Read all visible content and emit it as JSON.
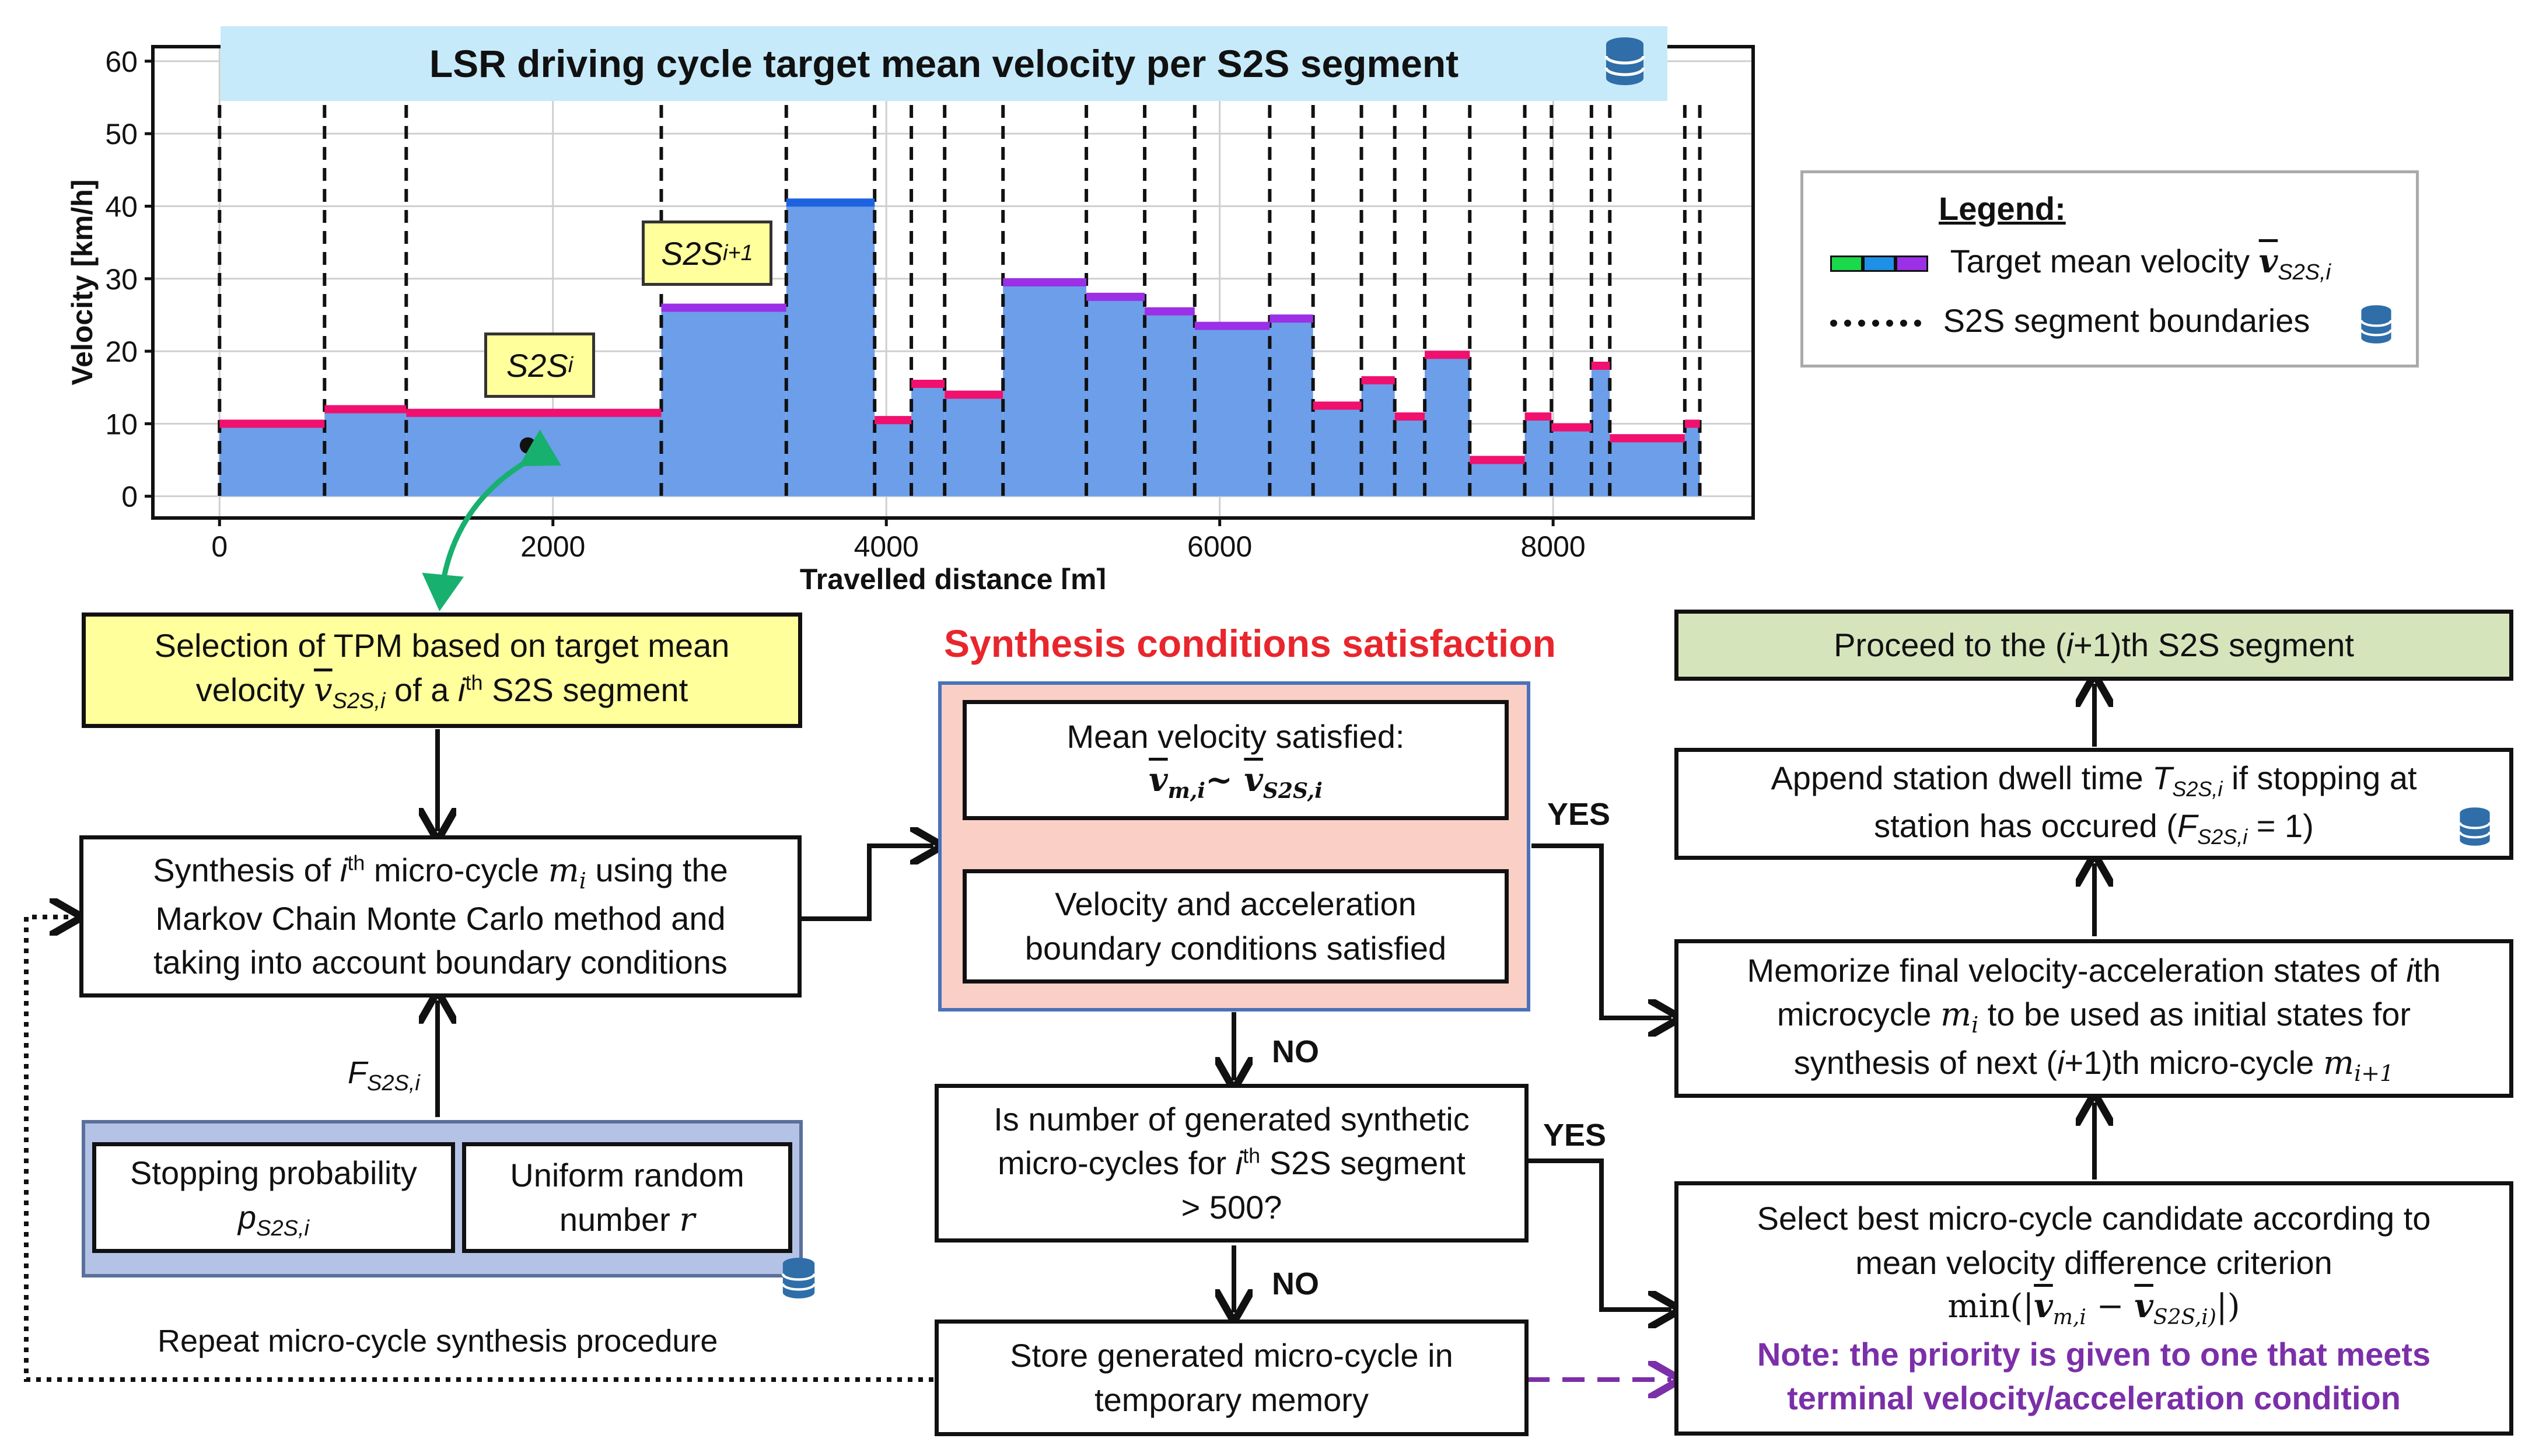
{
  "chart_data": {
    "type": "bar",
    "title": "LSR driving cycle target mean velocity per S2S segment",
    "xlabel": "Travelled distance [m]",
    "ylabel": "Velocity [km/h]",
    "xlim": [
      -400,
      9200
    ],
    "ylim": [
      -3,
      62
    ],
    "xticks": [
      0,
      2000,
      4000,
      6000,
      8000
    ],
    "yticks": [
      0,
      10,
      20,
      30,
      40,
      50,
      60
    ],
    "grid": true,
    "legend_position": "right",
    "boundaries": [
      0,
      630,
      1120,
      2650,
      3400,
      3930,
      4150,
      4350,
      4700,
      5200,
      5550,
      5850,
      6300,
      6560,
      6850,
      7050,
      7230,
      7500,
      7830,
      7990,
      8230,
      8340,
      8790,
      8880
    ],
    "segment_velocities": [
      10,
      12,
      11.5,
      26,
      40.5,
      10.5,
      15.5,
      14,
      29.5,
      27.5,
      25.5,
      23.5,
      24.5,
      12.5,
      16,
      11,
      19.5,
      5,
      11,
      9.5,
      18,
      8,
      10
    ],
    "segment_colors": [
      "#f0106e",
      "#f0106e",
      "#f0106e",
      "#9b30e6",
      "#1d63e0",
      "#f0106e",
      "#f0106e",
      "#f0106e",
      "#9b30e6",
      "#9b30e6",
      "#9b30e6",
      "#9b30e6",
      "#9b30e6",
      "#f0106e",
      "#f0106e",
      "#f0106e",
      "#f0106e",
      "#f0106e",
      "#f0106e",
      "#f0106e",
      "#f0106e",
      "#f0106e",
      "#f0106e"
    ],
    "fill_color": "#6c9eea",
    "marker_point": {
      "x": 1850,
      "y": 7
    },
    "annotations": [
      "S2Si",
      "S2Si+1"
    ]
  },
  "legend": {
    "title": "Legend:",
    "velocity_label": "Target mean velocity",
    "boundaries_label": "S2S segment boundaries",
    "swatch_colors": [
      "#1ad94a",
      "#1e90e6",
      "#9b30e6"
    ]
  },
  "tags": {
    "s2s_i": "S2S",
    "s2s_i_sub": "i",
    "s2s_ip1": "S2S",
    "s2s_ip1_sub": "i+1"
  },
  "flow": {
    "tpm_line1": "Selection of TPM based on target mean",
    "tpm_line2_a": "velocity",
    "tpm_line2_b": "of a",
    "tpm_line2_c": "S2S segment",
    "synth_line1_a": "Synthesis of",
    "synth_line1_b": "micro-cycle",
    "synth_line1_c": "using the",
    "synth_line2": "Markov Chain Monte Carlo method and",
    "synth_line3": "taking into account boundary conditions",
    "f_label": "F",
    "f_sub": "S2S,i",
    "stop_prob_line1": "Stopping probability",
    "stop_prob_sym": "p",
    "stop_prob_sub": "S2S,i",
    "uniform_line1": "Uniform random",
    "uniform_line2": "number",
    "uniform_sym": "r",
    "repeat_label": "Repeat micro-cycle synthesis procedure",
    "conditions_title": "Synthesis conditions satisfaction",
    "mean_vel_line1": "Mean velocity satisfied:",
    "vel_acc_line1": "Velocity and acceleration",
    "vel_acc_line2": "boundary conditions satisfied",
    "no1": "NO",
    "no2": "NO",
    "yes1": "YES",
    "yes2": "YES",
    "count_line1": "Is number of generated synthetic",
    "count_line2_a": "micro-cycles for",
    "count_line2_b": "S2S segment",
    "count_line3": "> 500?",
    "store_line1": "Store generated micro-cycle in",
    "store_line2": "temporary memory",
    "proceed_a": "Proceed to the (",
    "proceed_b": "+1)th S2S segment",
    "append_line1_a": "Append station dwell time",
    "append_line1_b": "if stopping at",
    "append_line2_a": "station has occured (",
    "append_line2_b": "= 1)",
    "memo_line1_a": "Memorize final velocity-acceleration states of",
    "memo_line1_b": "th",
    "memo_line2_a": "microcycle",
    "memo_line2_b": "to be used as initial states for",
    "memo_line3_a": "synthesis of next (",
    "memo_line3_b": "+1)th micro-cycle",
    "select_line1": "Select best micro-cycle candidate according to",
    "select_line2": "mean velocity difference criterion",
    "note_line1": "Note: the priority is given to one that meets",
    "note_line2": "terminal velocity/acceleration condition"
  },
  "colors": {
    "green_arrow": "#18b06e",
    "purple_arrow": "#7b2fa8",
    "red_title": "#e8262d",
    "database_icon": "#2f6ea8"
  }
}
